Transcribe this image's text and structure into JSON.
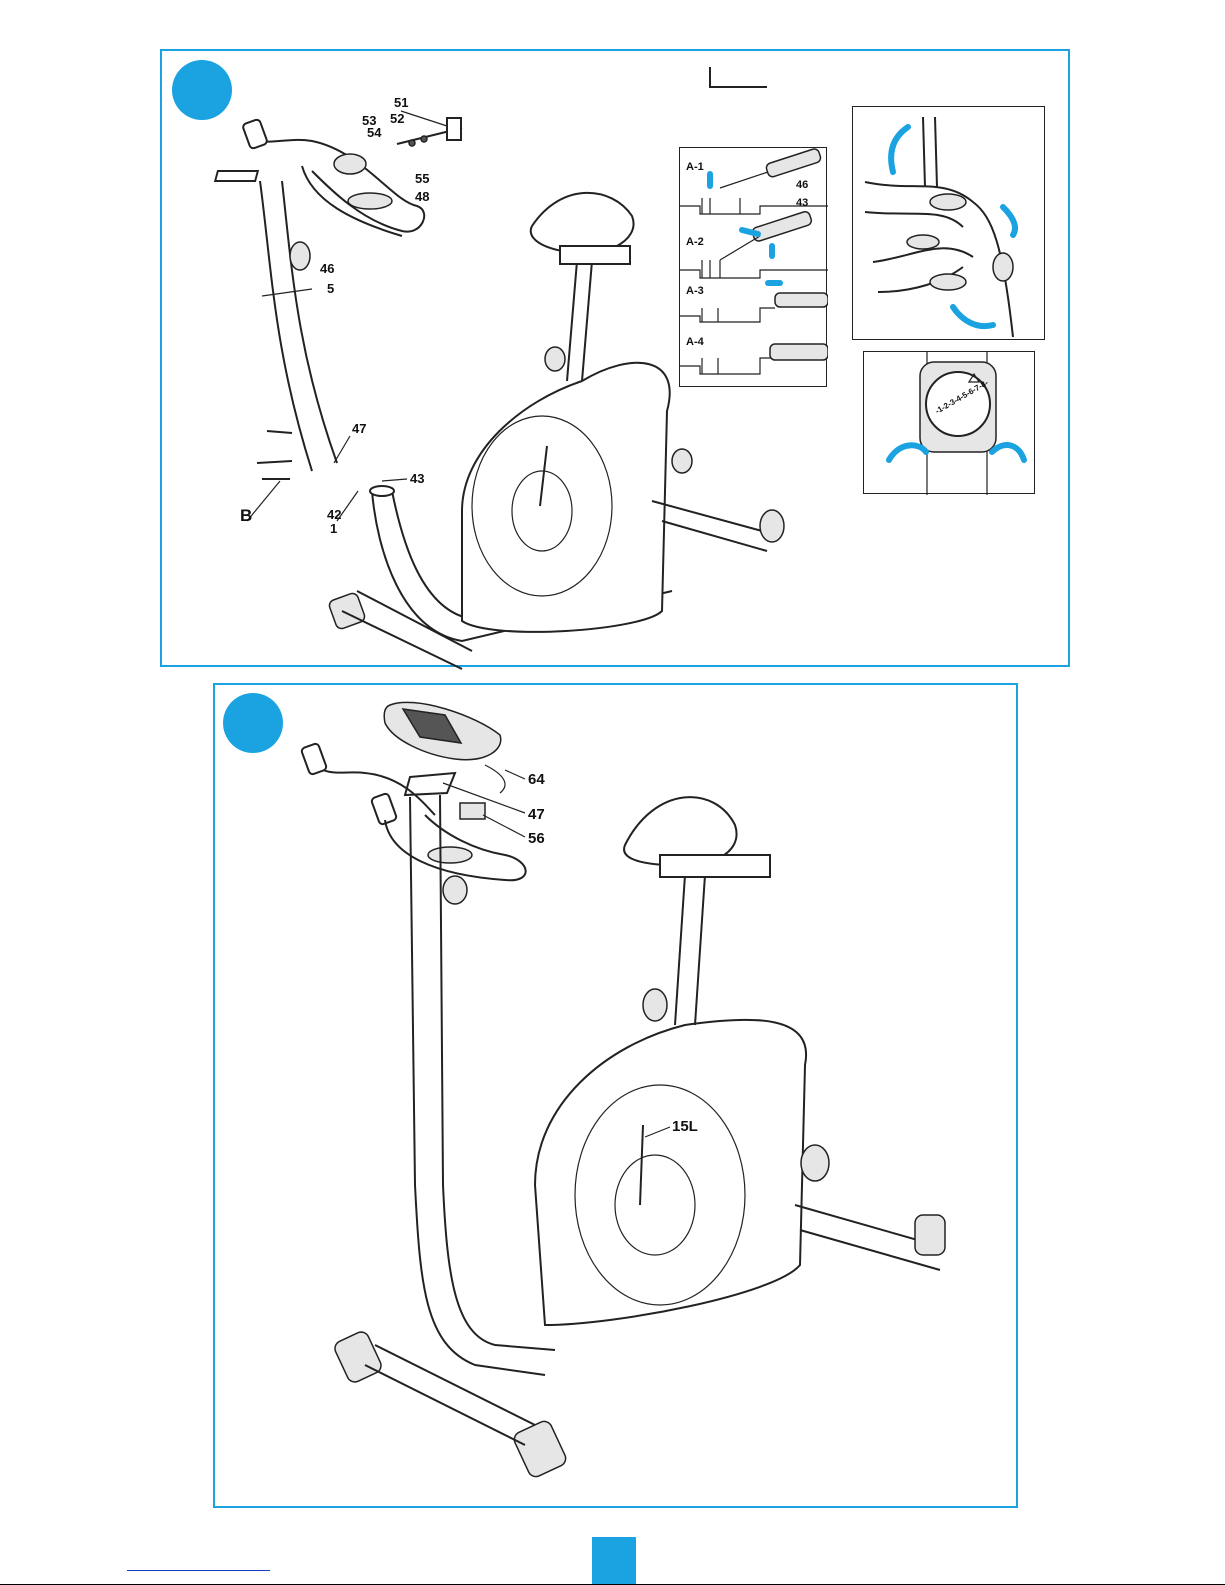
{
  "panel1": {
    "callouts": {
      "c51": "51",
      "c52": "52",
      "c53": "53",
      "c54": "54",
      "c55": "55",
      "c48": "48",
      "c46": "46",
      "c5": "5",
      "c47": "47",
      "c43": "43",
      "c42": "42",
      "c1": "1",
      "cB": "B"
    },
    "detail_a": {
      "a1": "A-1",
      "a2": "A-2",
      "a3": "A-3",
      "a4": "A-4",
      "c46": "46",
      "c43": "43"
    },
    "knob_scale": "-1-2-3-4-5-6-7-8-"
  },
  "panel2": {
    "callouts": {
      "c64": "64",
      "c47": "47",
      "c56": "56",
      "c15L": "15L"
    }
  },
  "colors": {
    "accent": "#1aa3e0",
    "line": "#222222"
  }
}
